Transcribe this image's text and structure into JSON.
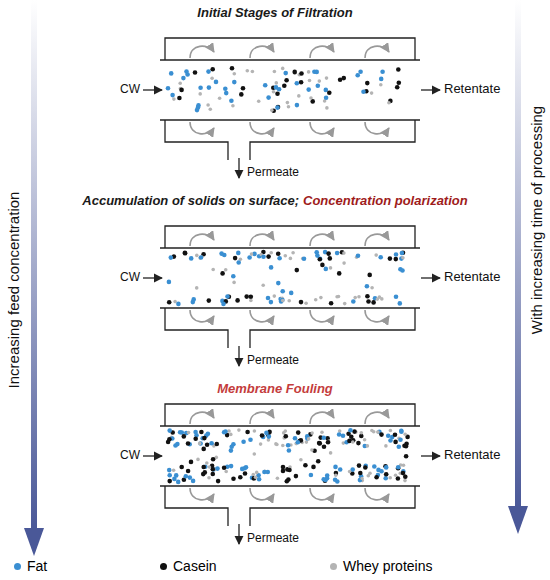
{
  "diagram": {
    "labels": [
      "Initial Stages of Filtration",
      "CW",
      "Retentate",
      "Permeate",
      "Accumulation of solids on surface;",
      "Concentration polarization",
      "CW",
      "Retentate",
      "Permeate",
      "Membrane Fouling",
      "CW",
      "Retentate",
      "Permeate",
      "Increasing feed concentration",
      "With increasing time of processing"
    ],
    "legend": [
      {
        "text": "Fat",
        "color": "#3a8fd2"
      },
      {
        "text": "Casein",
        "color": "#111111"
      },
      {
        "text": "Whey proteins",
        "color": "#b4b4b4"
      }
    ]
  }
}
